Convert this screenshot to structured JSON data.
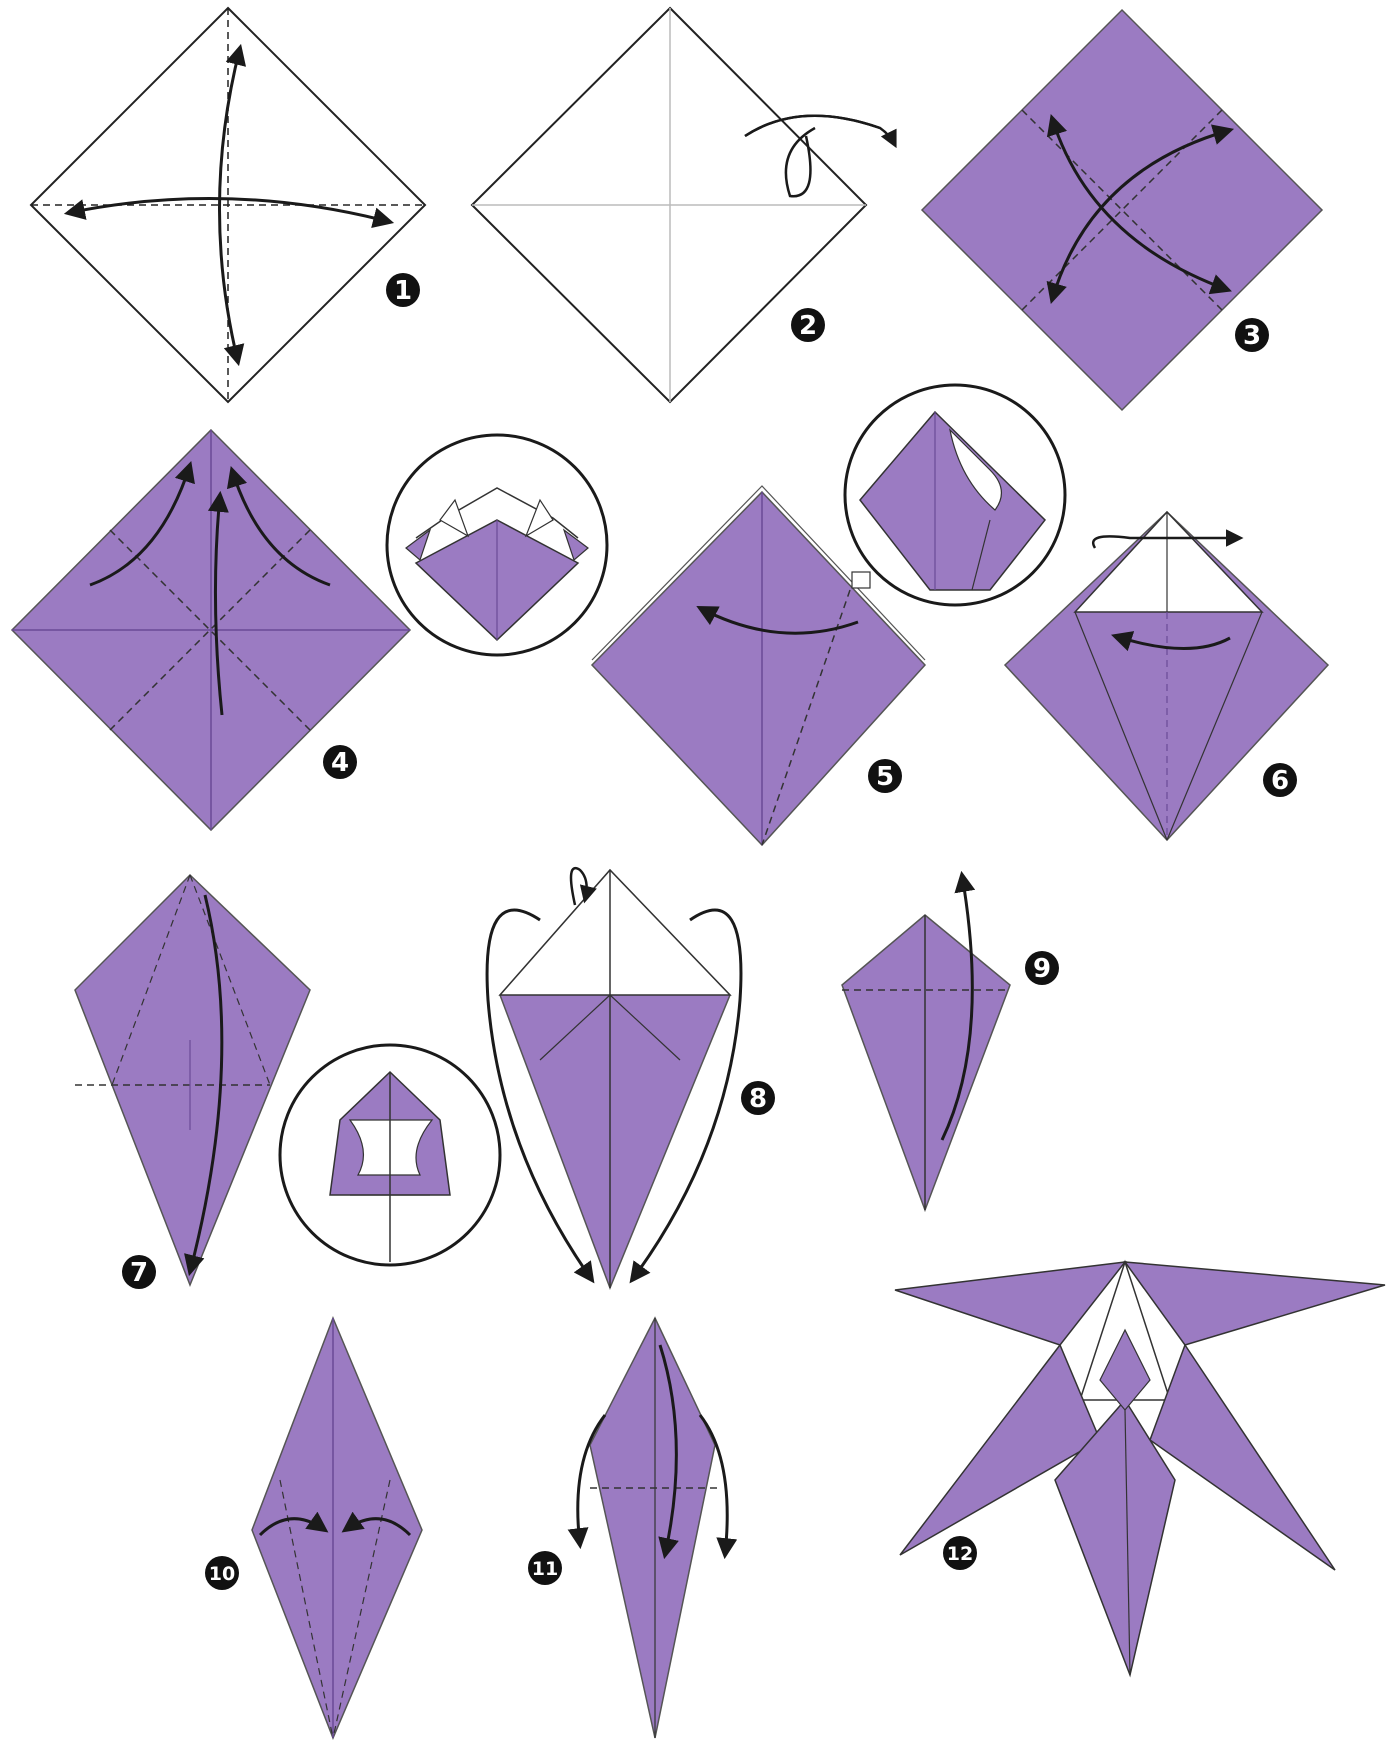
{
  "colors": {
    "paper": "#9b7bc2",
    "paper_dark": "#7a58a8",
    "line": "#1a1a1a",
    "white": "#ffffff"
  },
  "steps": [
    {
      "label": "1"
    },
    {
      "label": "2"
    },
    {
      "label": "3"
    },
    {
      "label": "4"
    },
    {
      "label": "5"
    },
    {
      "label": "6"
    },
    {
      "label": "7"
    },
    {
      "label": "8"
    },
    {
      "label": "9"
    },
    {
      "label": "10"
    },
    {
      "label": "11"
    },
    {
      "label": "12"
    }
  ]
}
